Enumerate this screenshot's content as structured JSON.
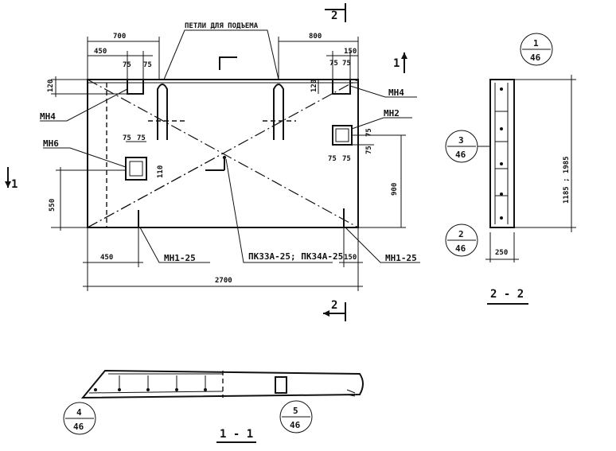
{
  "plan": {
    "lifting_loops_label": "ПЕТЛИ ДЛЯ ПОДЪЕМА",
    "dims": {
      "d700": "700",
      "d800": "800",
      "d450_top": "450",
      "d150_top": "150",
      "d75_a": "75",
      "d75_b": "75",
      "d75_c": "75",
      "d75_d": "75",
      "d75_e": "75",
      "d75_f": "75",
      "d75_g": "75",
      "d75_h": "75",
      "d120_left": "120",
      "d120_right": "120",
      "d110": "110",
      "d75_v": "75",
      "d75_v2": "75",
      "d900": "900",
      "d550": "550",
      "d450_bottom": "450",
      "d150_bottom": "150",
      "d2700": "2700"
    },
    "marks": {
      "mn4_left": "МН4",
      "mn4_right": "МН4",
      "mn2": "МН2",
      "mn6": "МН6",
      "mn1_left": "МН1-25",
      "mn1_right": "МН1-25",
      "pk": "ПК33А-25; ПК34А-25"
    },
    "section_marks": {
      "s1_right": "1",
      "s1_left": "1",
      "s2_top": "2",
      "s2_bottom": "2"
    }
  },
  "section_2_2": {
    "title": "2 - 2",
    "width_dim": "250",
    "height_dim": "1185 ; 1985",
    "callouts": [
      {
        "num": "1",
        "sheet": "46"
      },
      {
        "num": "3",
        "sheet": "46"
      },
      {
        "num": "2",
        "sheet": "46"
      }
    ]
  },
  "section_1_1": {
    "title": "1 - 1",
    "callouts": [
      {
        "num": "4",
        "sheet": "46"
      },
      {
        "num": "5",
        "sheet": "46"
      }
    ]
  }
}
